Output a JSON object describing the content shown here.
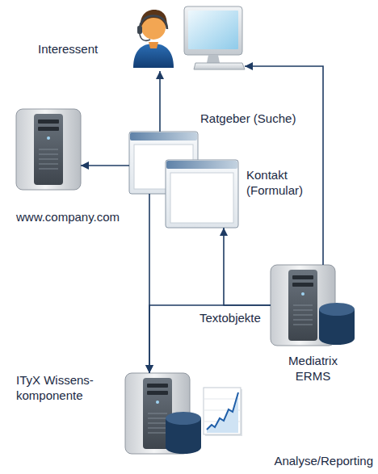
{
  "diagram": {
    "nodes": [
      {
        "text": [
          "Interessent"
        ]
      },
      {
        "text": [
          "Ratgeber (Suche)"
        ]
      },
      {
        "text": [
          "Kontakt (Formular)"
        ]
      },
      {
        "text": [
          "www.company.com"
        ]
      },
      {
        "text": [
          "Mediatrix ERMS"
        ]
      },
      {
        "text": [
          "ITyX Wissens- komponente"
        ]
      },
      {
        "text": [
          "Analyse/Reporting"
        ]
      }
    ],
    "edges": [
      {
        "from": 1,
        "to": 0,
        "arrow": "to"
      },
      {
        "from": 1,
        "to": 3,
        "arrow": "to"
      },
      {
        "from": 1,
        "to": 5,
        "arrow": "to"
      },
      {
        "from": 4,
        "to": 5,
        "arrow": "to",
        "label": "Textobjekte"
      },
      {
        "from": 4,
        "to": 2,
        "arrow": "to"
      },
      {
        "from": 4,
        "to": 0,
        "arrow": "to"
      }
    ]
  }
}
